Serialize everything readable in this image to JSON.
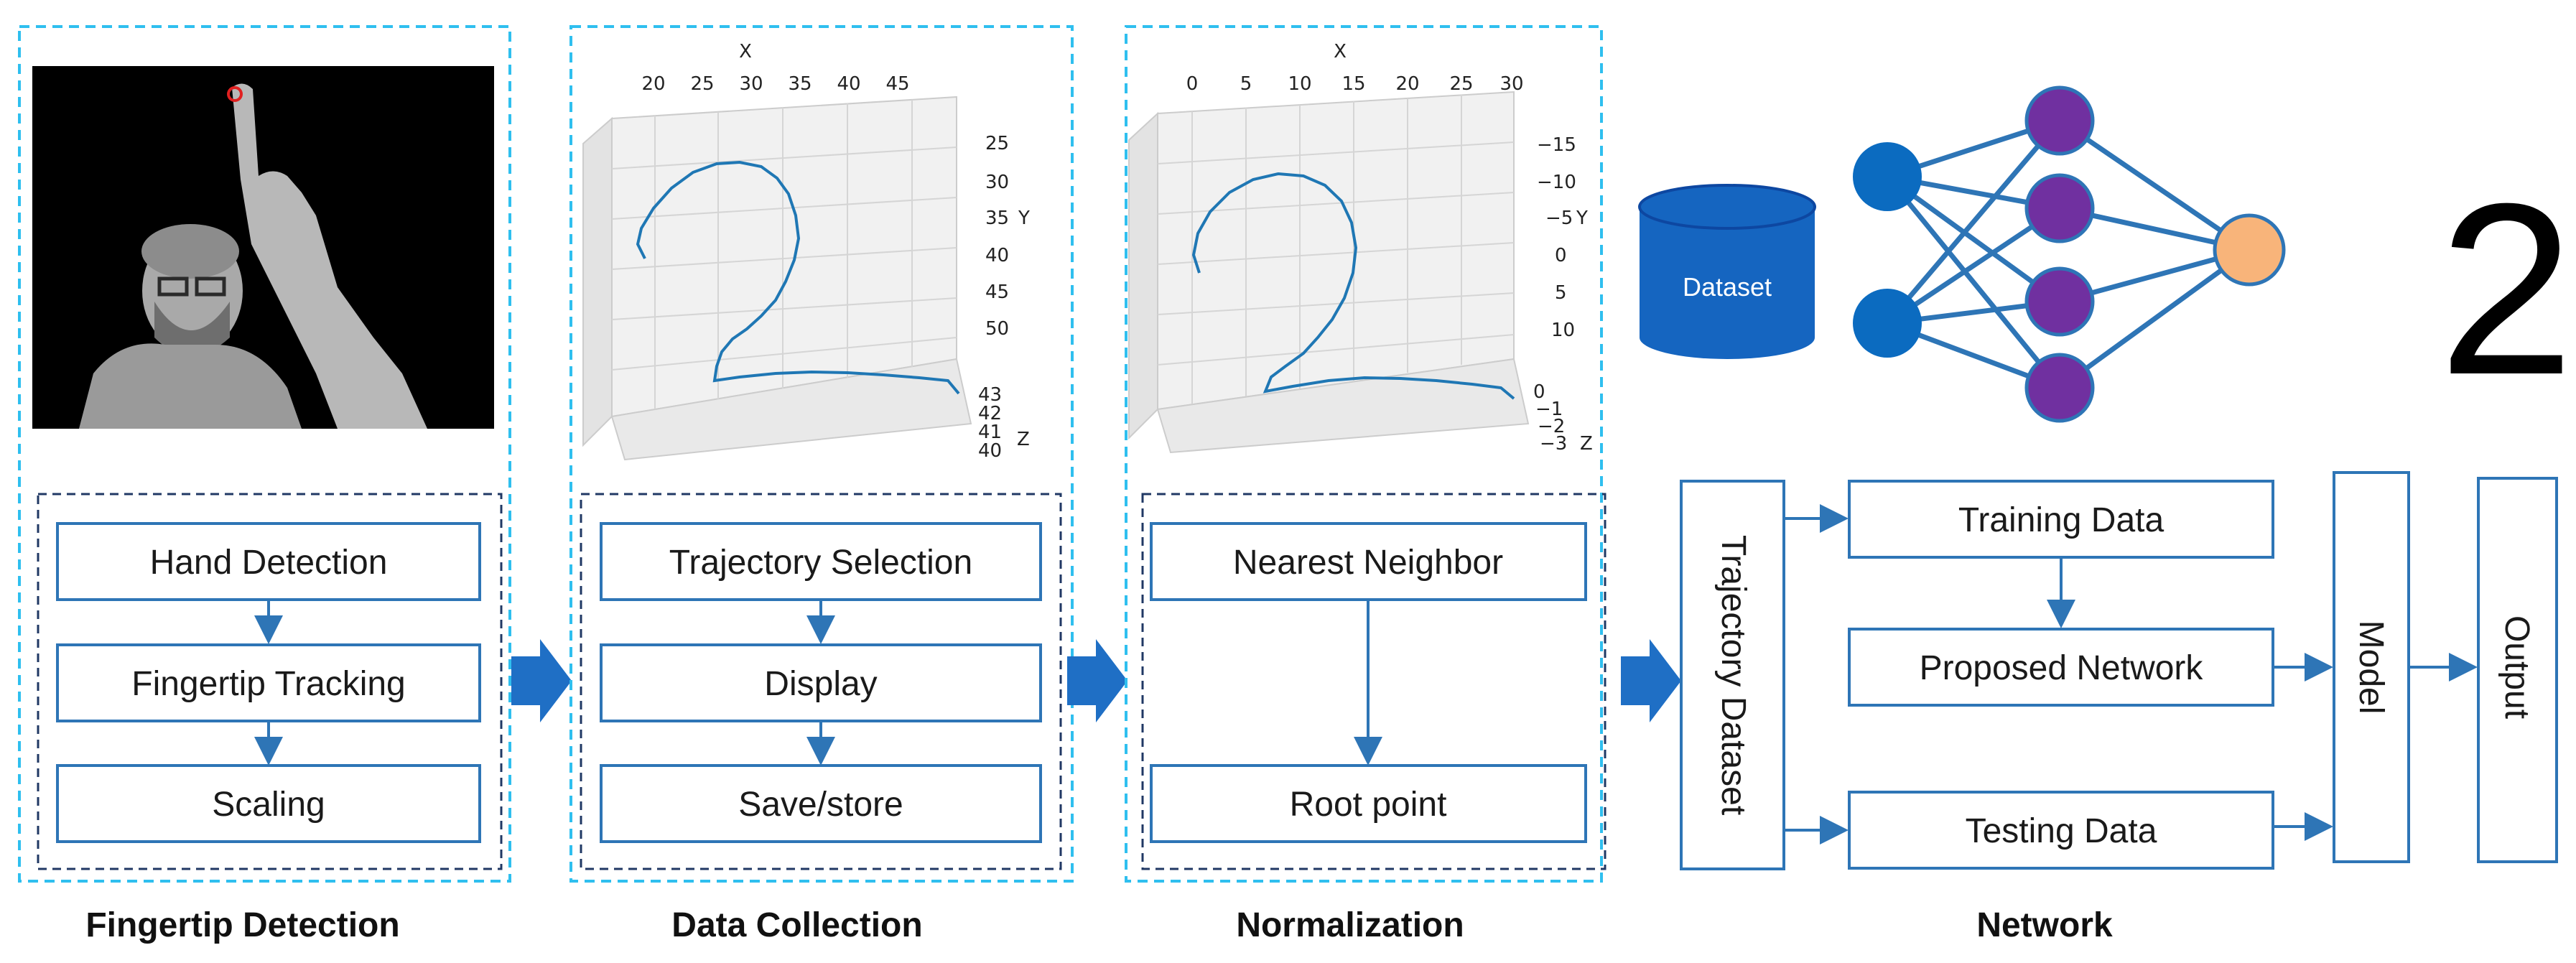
{
  "stages": {
    "fingertip_detection": {
      "label": "Fingertip Detection",
      "steps": [
        "Hand Detection",
        "Fingertip Tracking",
        "Scaling"
      ]
    },
    "data_collection": {
      "label": "Data Collection",
      "steps": [
        "Trajectory Selection",
        "Display",
        "Save/store"
      ],
      "plot": {
        "x_axis_label": "X",
        "x_ticks": [
          "20",
          "25",
          "30",
          "35",
          "40",
          "45"
        ],
        "y_axis_label": "Y",
        "y_ticks": [
          "25",
          "30",
          "35",
          "40",
          "45",
          "50"
        ],
        "z_axis_label": "Z",
        "z_ticks": [
          "43",
          "42",
          "41",
          "40"
        ]
      }
    },
    "normalization": {
      "label": "Normalization",
      "steps": [
        "Nearest Neighbor",
        "Root point"
      ],
      "plot": {
        "x_axis_label": "X",
        "x_ticks": [
          "0",
          "5",
          "10",
          "15",
          "20",
          "25",
          "30"
        ],
        "y_axis_label": "Y",
        "y_ticks": [
          "−15",
          "−10",
          "−5",
          "0",
          "5",
          "10"
        ],
        "z_axis_label": "Z",
        "z_ticks": [
          "0",
          "−1",
          "−2",
          "−3"
        ]
      }
    },
    "network": {
      "label": "Network",
      "dataset_label": "Trajectory Dataset",
      "training_label": "Training Data",
      "proposed_label": "Proposed Network",
      "testing_label": "Testing Data",
      "model_label": "Model",
      "output_label": "Output",
      "database_label": "Dataset",
      "recognized_digit": "2"
    }
  },
  "colors": {
    "box_border": "#2e75b6",
    "arrow": "#2e75b6",
    "dashed_outer": "#2fbfef",
    "dashed_inner": "#203864",
    "big_arrow": "#1f6fc5",
    "trajectory": "#1f77b4",
    "nn_input": "#0b6bc0",
    "nn_hidden": "#7030a0",
    "nn_output": "#f8b47a",
    "nn_edge": "#2e75b6",
    "database": "#1565c0"
  }
}
